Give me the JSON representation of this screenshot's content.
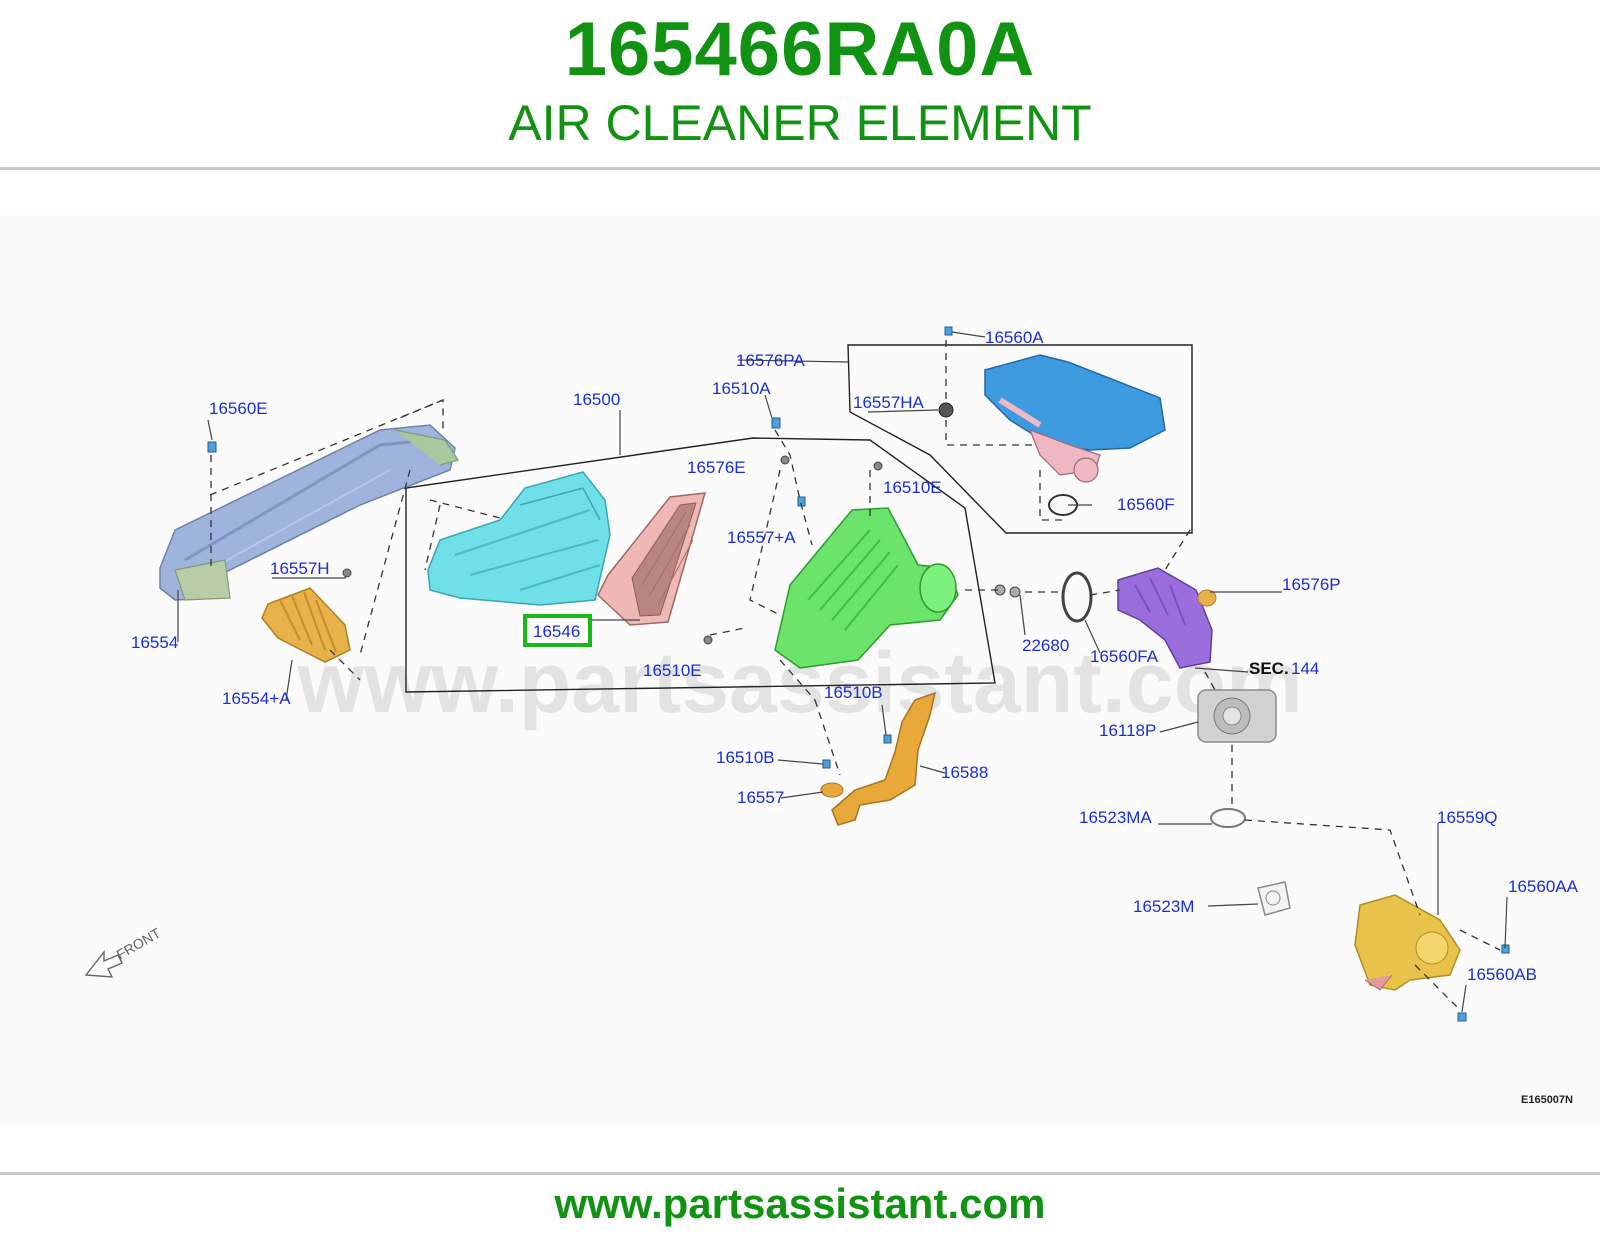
{
  "header": {
    "part_number": "165466RA0A",
    "part_name": "AIR CLEANER ELEMENT"
  },
  "diagram": {
    "watermark": "www.partsassistant.com",
    "direction_label": "FRONT",
    "drawing_code": "E165007N",
    "highlighted_callout": "16546",
    "colors": {
      "accent": "#129212",
      "callout": "#1b2fcf",
      "highlight": "#18b818"
    },
    "callouts": {
      "c16560A": "16560A",
      "c16576PA": "16576PA",
      "c16557HA": "16557HA",
      "c16510A": "16510A",
      "c16500": "16500",
      "c16560E": "16560E",
      "c16576E": "16576E",
      "c16510E_top": "16510E",
      "c16560F": "16560F",
      "c16557A": "16557+A",
      "c16557H": "16557H",
      "c16554": "16554",
      "c16546": "16546",
      "c16554A": "16554+A",
      "c16510E_bot": "16510E",
      "c16510B_top": "16510B",
      "c22680": "22680",
      "c16560FA": "16560FA",
      "c16576P": "16576P",
      "sec_prefix": "SEC.",
      "sec_number": "144",
      "c16118P": "16118P",
      "c16510B_bot": "16510B",
      "c16588": "16588",
      "c16557": "16557",
      "c16523MA": "16523MA",
      "c16559Q": "16559Q",
      "c16560AA": "16560AA",
      "c16523M": "16523M",
      "c16560AB": "16560AB"
    }
  },
  "footer": {
    "url": "www.partsassistant.com"
  }
}
